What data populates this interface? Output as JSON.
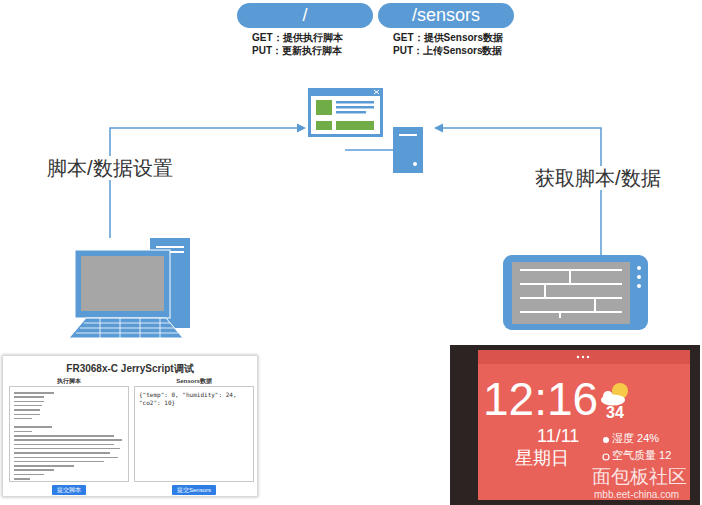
{
  "diagram": {
    "nodes": [
      {
        "text": [
          "/",
          "GET：提供执行脚本",
          "PUT：更新执行脚本"
        ]
      },
      {
        "text": [
          "/sensors",
          "GET：提供Sensors数据",
          "PUT：上传Sensors数据"
        ]
      },
      {
        "text": [
          "FR3068x-C JerryScript调试"
        ]
      },
      {
        "text": [
          "执行脚本"
        ],
        "in": 2
      },
      {
        "text": [
          "Sensors数据",
          "{\"temp\": 0, \"humidity\": 24, \"co2\": 10}"
        ],
        "in": 2
      },
      {
        "text": [
          "提交脚本"
        ],
        "in": 2
      },
      {
        "text": [
          "提交Sensors"
        ],
        "in": 2
      },
      {
        "text": [
          "12:16",
          "34",
          "11/11",
          "湿度 24%",
          "星期日",
          "空气质量 12"
        ]
      }
    ],
    "labels": [
      "脚本/数据设置",
      "获取脚本/数据",
      "面包板社区",
      "mbb.eet-china.com"
    ]
  }
}
